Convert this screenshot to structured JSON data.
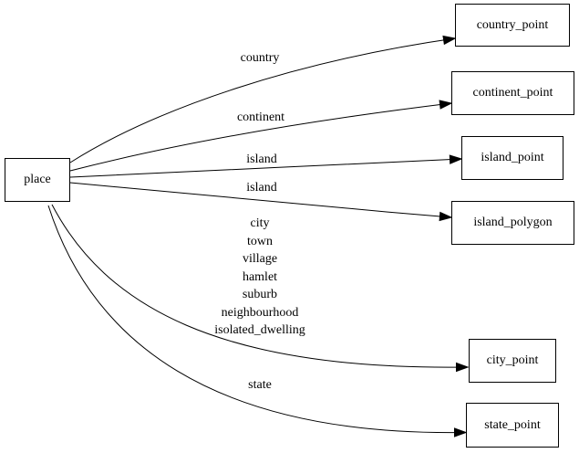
{
  "diagram": {
    "type": "directed-graph",
    "background_color": "#ffffff",
    "line_color": "#000000",
    "text_color": "#000000",
    "nodes": [
      {
        "id": "place",
        "label": "place"
      },
      {
        "id": "country_point",
        "label": "country_point"
      },
      {
        "id": "continent_point",
        "label": "continent_point"
      },
      {
        "id": "island_point",
        "label": "island_point"
      },
      {
        "id": "island_polygon",
        "label": "island_polygon"
      },
      {
        "id": "city_point",
        "label": "city_point"
      },
      {
        "id": "state_point",
        "label": "state_point"
      }
    ],
    "edges": [
      {
        "from": "place",
        "to": "country_point",
        "label": "country"
      },
      {
        "from": "place",
        "to": "continent_point",
        "label": "continent"
      },
      {
        "from": "place",
        "to": "island_point",
        "label": "island"
      },
      {
        "from": "place",
        "to": "island_polygon",
        "label": "island"
      },
      {
        "from": "place",
        "to": "city_point",
        "label": "city, town, village, hamlet, suburb, neighbourhood, isolated_dwelling"
      },
      {
        "from": "place",
        "to": "state_point",
        "label": "state"
      }
    ],
    "edge_labels": {
      "country": "country",
      "continent": "continent",
      "island_point": "island",
      "island_polygon": "island",
      "city_lines": [
        "city",
        "town",
        "village",
        "hamlet",
        "suburb",
        "neighbourhood",
        "isolated_dwelling"
      ],
      "state": "state"
    }
  }
}
